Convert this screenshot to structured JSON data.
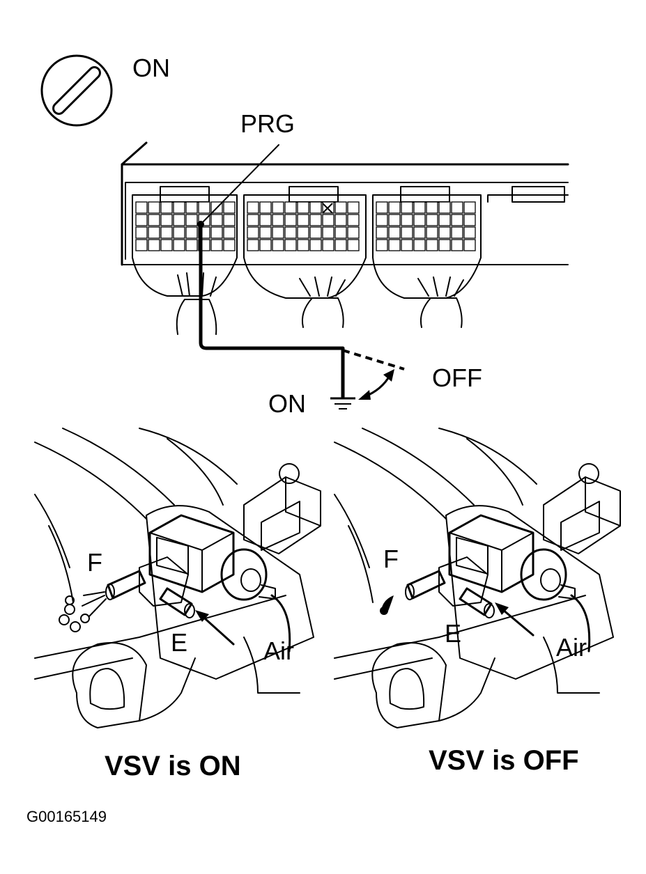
{
  "key_label": "ON",
  "terminal_label": "PRG",
  "switch": {
    "off_label": "OFF",
    "on_label": "ON"
  },
  "left_panel": {
    "port_f": "F",
    "port_e": "E",
    "air_label": "Air",
    "caption": "VSV is ON"
  },
  "right_panel": {
    "port_f": "F",
    "port_e": "E",
    "air_label": "Air",
    "caption": "VSV is OFF"
  },
  "figure_id": "G00165149",
  "icons": [
    "ignition-key-icon",
    "ground-icon",
    "double-arrow-icon",
    "air-arrow-icon"
  ]
}
